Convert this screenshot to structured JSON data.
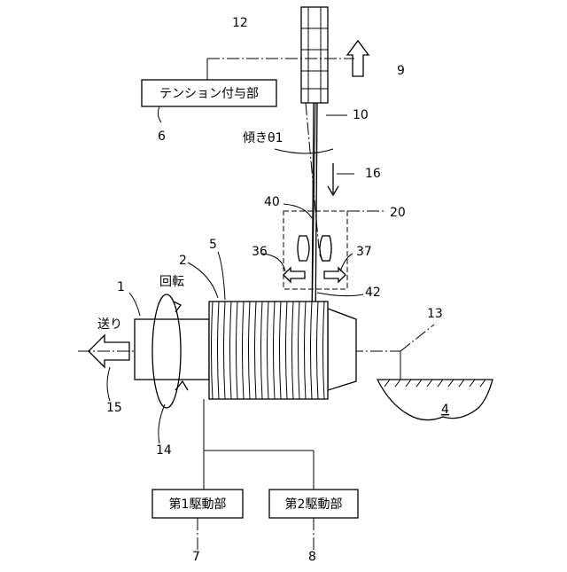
{
  "boxes": {
    "tension": "テンション付与部",
    "drive1": "第1駆動部",
    "drive2": "第2駆動部"
  },
  "labels": {
    "send": "送り",
    "rotation": "回転",
    "tilt": "傾きθ1",
    "n1": "1",
    "n2": "2",
    "n4": "4",
    "n5": "5",
    "n6": "6",
    "n7": "7",
    "n8": "8",
    "n9": "9",
    "n10": "10",
    "n12": "12",
    "n13": "13",
    "n14": "14",
    "n15": "15",
    "n16": "16",
    "n20": "20",
    "n36": "36",
    "n37": "37",
    "n40": "40",
    "n42": "42"
  }
}
